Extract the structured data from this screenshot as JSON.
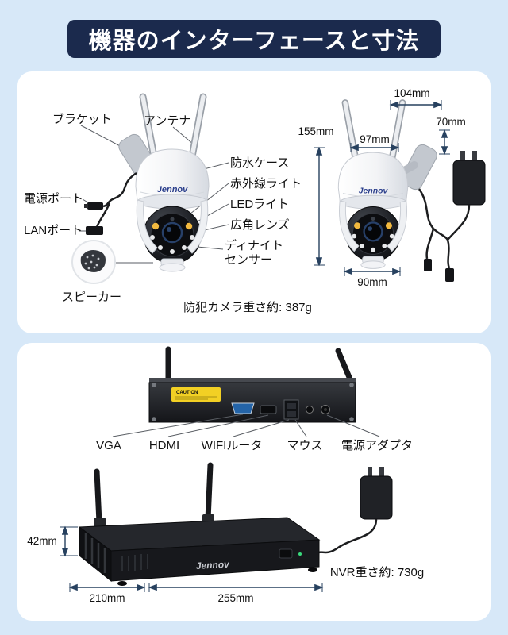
{
  "page": {
    "title": "機器のインターフェースと寸法"
  },
  "camera": {
    "brand": "Jennov",
    "weight": "防犯カメラ重さ約: 387g",
    "labels": {
      "bracket": "ブラケット",
      "antenna": "アンテナ",
      "waterproof_case": "防水ケース",
      "infrared_light": "赤外線ライト",
      "led_light": "LEDライト",
      "wide_angle_lens": "広角レンズ",
      "day_night_sensor": "ディナイト\nセンサー",
      "power_port": "電源ポート",
      "lan_port": "LANポート",
      "speaker": "スピーカー"
    },
    "dimensions": {
      "height": "155mm",
      "head_width": "97mm",
      "bracket_depth": "104mm",
      "bracket_height": "70mm",
      "base_width": "90mm"
    }
  },
  "nvr": {
    "brand": "Jennov",
    "caution": "CAUTION",
    "weight": "NVR重さ約: 730g",
    "ports": [
      "VGA",
      "HDMI",
      "WIFIルータ",
      "マウス",
      "電源アダプタ"
    ],
    "dimensions": {
      "height": "42mm",
      "depth": "210mm",
      "width": "255mm"
    }
  }
}
